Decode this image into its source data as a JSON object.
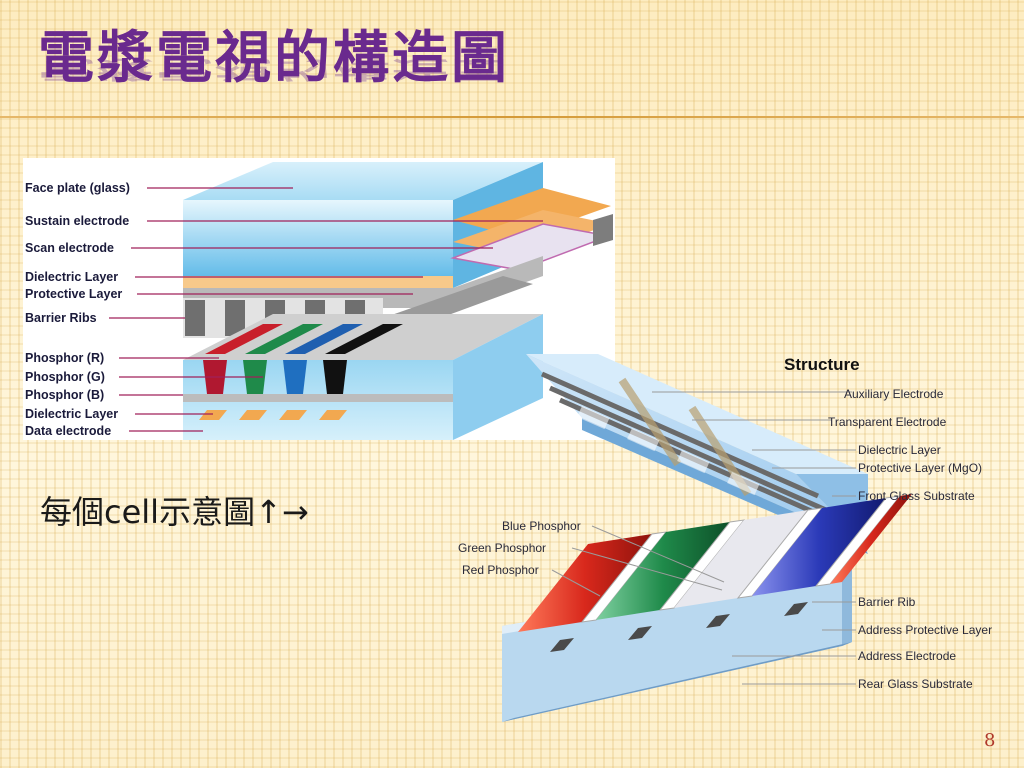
{
  "slide": {
    "title": "電漿電視的構造圖",
    "caption": "每個cell示意圖↑→",
    "page_number": "8"
  },
  "diagram_top": {
    "labels": [
      "Face plate (glass)",
      "Sustain electrode",
      "Scan electrode",
      "Dielectric Layer",
      "Protective Layer",
      "Barrier Ribs",
      "Phosphor (R)",
      "Phosphor (G)",
      "Phosphor (B)",
      "Dielectric Layer",
      "Data electrode"
    ]
  },
  "diagram_bottom": {
    "heading": "Structure",
    "front_labels": [
      "Auxiliary Electrode",
      "Transparent Electrode",
      "Dielectric Layer",
      "Protective Layer (MgO)",
      "Front Glass Substrate"
    ],
    "phosphor_labels": [
      "Blue Phosphor",
      "Green Phosphor",
      "Red Phosphor"
    ],
    "rear_labels": [
      "Barrier Rib",
      "Address Protective Layer",
      "Address Electrode",
      "Rear Glass Substrate"
    ]
  },
  "colors": {
    "title": "#6a2a8e",
    "page_number": "#b0392b",
    "glass": "#7cc8ee",
    "electrode_orange": "#f2a850",
    "phosphor_red": "#c81f2b",
    "phosphor_green": "#1f8a4a",
    "phosphor_blue": "#1f5fb0",
    "leader_line": "#a0205a"
  }
}
